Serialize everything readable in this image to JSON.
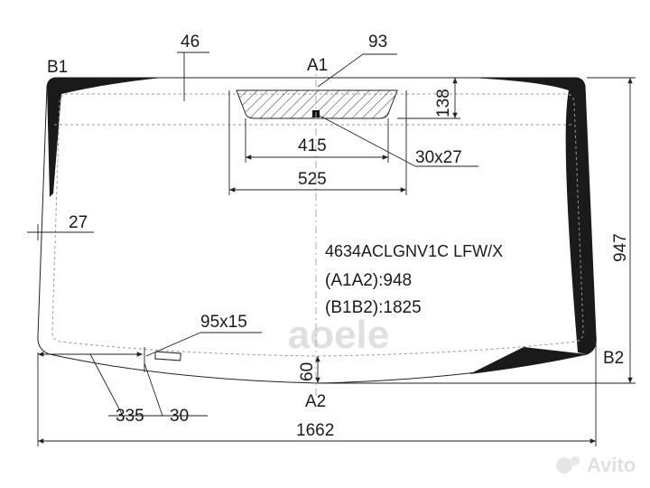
{
  "drawing": {
    "part_code": "4634ACLGNV1C LFW/X",
    "spec_a": "(A1A2):948",
    "spec_b": "(B1B2):1825",
    "points": {
      "a1": "A1",
      "a2": "A2",
      "b1": "B1",
      "b2": "B2"
    },
    "dimensions": {
      "d46": "46",
      "d93": "93",
      "d138": "138",
      "d415": "415",
      "d525": "525",
      "d30x27": "30x27",
      "d27": "27",
      "d947": "947",
      "d95x15": "95x15",
      "d60": "60",
      "d335": "335",
      "d30": "30",
      "d1662": "1662"
    }
  },
  "watermarks": {
    "center": "аоеle",
    "corner": "Avito"
  },
  "colors": {
    "line": "#222222",
    "fill_dark": "#1a1a1a",
    "watermark": "#e0e0e0"
  }
}
